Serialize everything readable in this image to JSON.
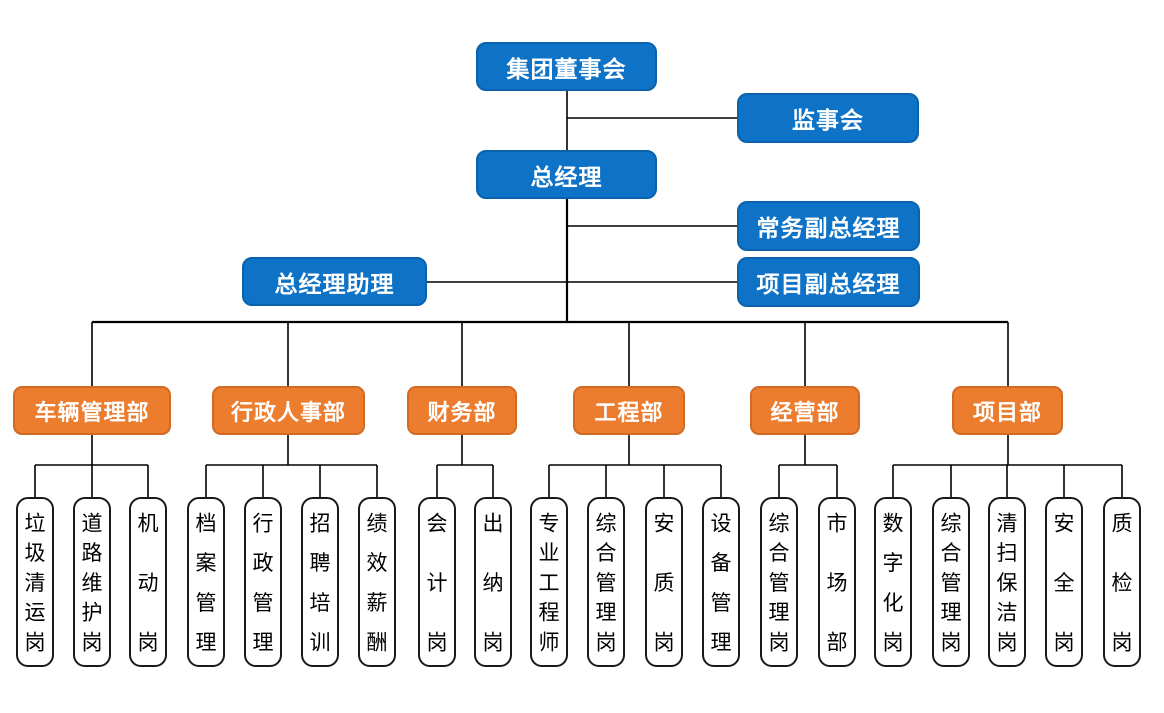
{
  "nodes": {
    "board": {
      "label": "集团董事会"
    },
    "supervisory_board": {
      "label": "监事会"
    },
    "general_manager": {
      "label": "总经理"
    },
    "executive_deputy_gm": {
      "label": "常务副总经理"
    },
    "gm_assistant": {
      "label": "总经理助理"
    },
    "project_deputy_gm": {
      "label": "项目副总经理"
    }
  },
  "departments": [
    {
      "label": "车辆管理部",
      "positions": [
        "垃圾清运岗",
        "道路维护岗",
        "机动岗"
      ]
    },
    {
      "label": "行政人事部",
      "positions": [
        "档案管理",
        "行政管理",
        "招聘培训",
        "绩效薪酬"
      ]
    },
    {
      "label": "财务部",
      "positions": [
        "会计岗",
        "出纳岗"
      ]
    },
    {
      "label": "工程部",
      "positions": [
        "专业工程师",
        "综合管理岗",
        "安质岗",
        "设备管理"
      ]
    },
    {
      "label": "经营部",
      "positions": [
        "综合管理岗",
        "市场部"
      ]
    },
    {
      "label": "项目部",
      "positions": [
        "数字化岗",
        "综合管理岗",
        "清扫保洁岗",
        "安全岗",
        "质检岗"
      ]
    }
  ],
  "colors": {
    "background": "#FFFFFF",
    "executive_fill": "#0E72C6",
    "executive_border": "#0A61AC",
    "department_fill": "#EC7D2E",
    "department_border": "#D26A24",
    "position_fill": "#FFFFFF",
    "position_border": "#1A1A1A",
    "connector": "#000000",
    "text_on_color": "#FFFFFF",
    "position_text": "#000000"
  }
}
